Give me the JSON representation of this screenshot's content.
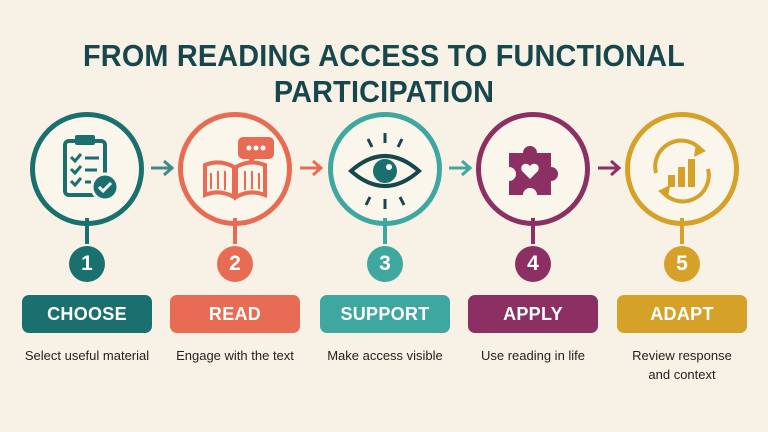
{
  "title": "FROM READING ACCESS TO FUNCTIONAL PARTICIPATION",
  "steps": [
    {
      "number": "1",
      "label": "CHOOSE",
      "caption": "Select useful material",
      "color": "#1a6f6f",
      "icon": "checklist-icon"
    },
    {
      "number": "2",
      "label": "READ",
      "caption": "Engage with the text",
      "color": "#e86c53",
      "icon": "open-book-icon"
    },
    {
      "number": "3",
      "label": "SUPPORT",
      "caption": "Make access visible",
      "color": "#3ea79f",
      "icon": "eye-icon"
    },
    {
      "number": "4",
      "label": "APPLY",
      "caption": "Use reading in life",
      "color": "#8c2f62",
      "icon": "puzzle-piece-icon"
    },
    {
      "number": "5",
      "label": "ADAPT",
      "caption": "Review response and context",
      "color": "#d6a128",
      "icon": "cycle-chart-icon"
    }
  ],
  "colors": {
    "background": "#f8f2e6",
    "title": "#17474d",
    "arrow": "#3e8a8a",
    "arrow_dark": "#8c2f62"
  }
}
